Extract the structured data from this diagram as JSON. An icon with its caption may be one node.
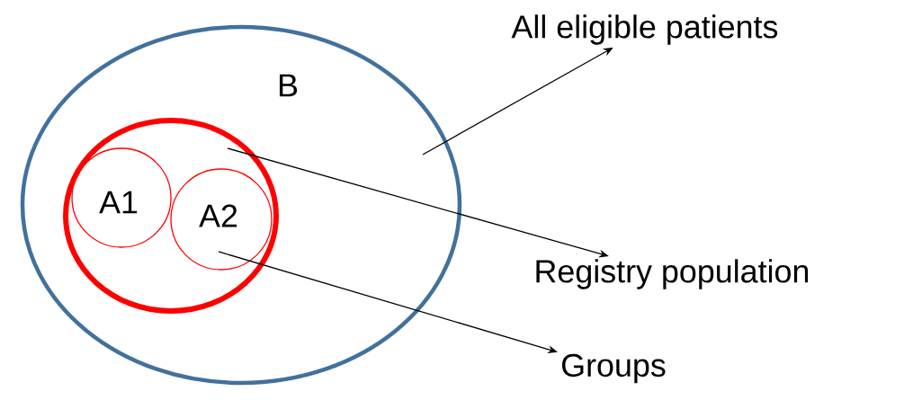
{
  "diagram": {
    "nodes": [
      {
        "text": [
          "B"
        ]
      },
      {
        "text": [],
        "shape": "circle",
        "in": 0
      },
      {
        "text": [
          "A1"
        ],
        "in": 1
      },
      {
        "text": [
          "A2"
        ],
        "in": 1
      },
      {
        "text": [
          "All eligible patients"
        ]
      },
      {
        "text": [
          "Registry population"
        ]
      },
      {
        "text": [
          "Groups"
        ]
      }
    ],
    "edges": [
      {
        "from": 0,
        "to": 4,
        "arrow": "to"
      },
      {
        "from": 1,
        "to": 5,
        "arrow": "to"
      },
      {
        "from": 3,
        "to": 6,
        "arrow": "to"
      }
    ]
  }
}
